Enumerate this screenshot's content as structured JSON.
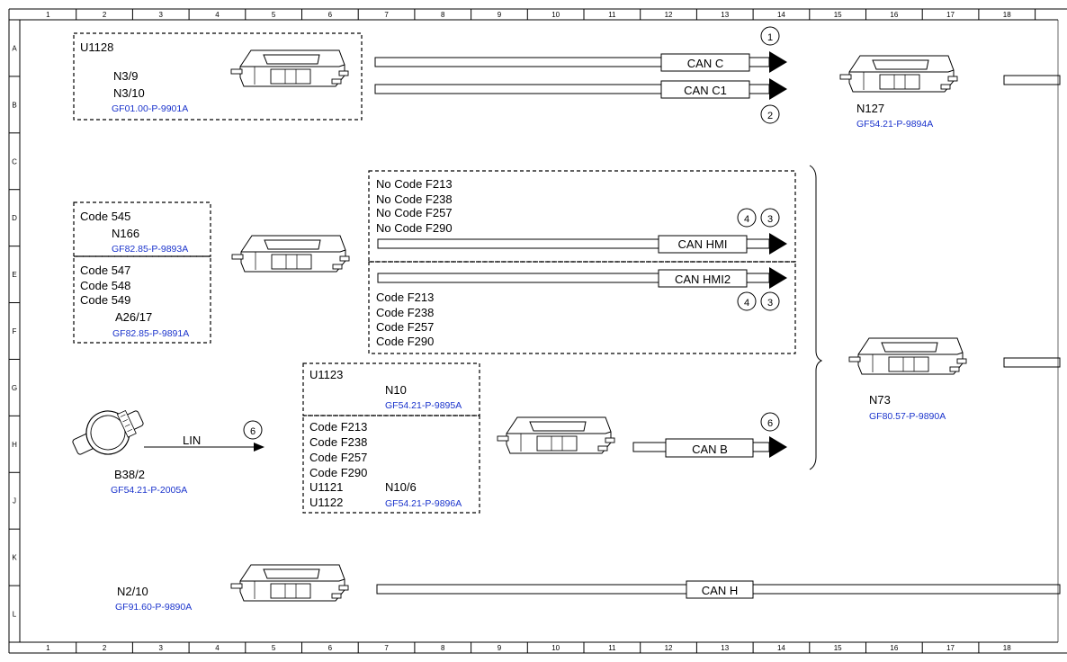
{
  "grid": {
    "columns": [
      "1",
      "2",
      "3",
      "4",
      "5",
      "6",
      "7",
      "8",
      "9",
      "10",
      "11",
      "12",
      "13",
      "14",
      "15",
      "16",
      "17",
      "18"
    ],
    "rows": [
      "A",
      "B",
      "C",
      "D",
      "E",
      "F",
      "G",
      "H",
      "J",
      "K",
      "L"
    ]
  },
  "groups": {
    "u1128": {
      "label": "U1128"
    },
    "code545": {
      "label": "Code 545"
    },
    "code547_549": {
      "lines": [
        "Code 547",
        "Code 548",
        "Code 549"
      ]
    },
    "u1123": {
      "label": "U1123"
    },
    "n10_6_codes": {
      "lines": [
        "Code F213",
        "Code F238",
        "Code F257",
        "Code F290",
        "U1121",
        "U1122"
      ]
    },
    "hmi_no_codes": {
      "lines": [
        "No Code F213",
        "No Code F238",
        "No Code F257",
        "No Code F290"
      ]
    },
    "hmi_codes": {
      "lines": [
        "Code F213",
        "Code F238",
        "Code F257",
        "Code F290"
      ]
    }
  },
  "components": {
    "n3_9": {
      "label": "N3/9"
    },
    "n3_10": {
      "label": "N3/10",
      "ref": "GF01.00-P-9901A"
    },
    "n127": {
      "label": "N127",
      "ref": "GF54.21-P-9894A"
    },
    "n166": {
      "label": "N166",
      "ref": "GF82.85-P-9893A"
    },
    "a26_17": {
      "label": "A26/17",
      "ref": "GF82.85-P-9891A"
    },
    "n73": {
      "label": "N73",
      "ref": "GF80.57-P-9890A"
    },
    "n10": {
      "label": "N10",
      "ref": "GF54.21-P-9895A"
    },
    "n10_6": {
      "label": "N10/6",
      "ref": "GF54.21-P-9896A"
    },
    "b38_2": {
      "label": "B38/2",
      "ref": "GF54.21-P-2005A"
    },
    "n2_10": {
      "label": "N2/10",
      "ref": "GF91.60-P-9890A"
    }
  },
  "buses": {
    "can_c": "CAN C",
    "can_c1": "CAN C1",
    "can_hmi": "CAN HMI",
    "can_hmi2": "CAN HMI2",
    "can_b": "CAN B",
    "can_h": "CAN H",
    "lin": "LIN"
  },
  "markers": {
    "m1": "1",
    "m2": "2",
    "m3": "3",
    "m4": "4",
    "m6": "6"
  }
}
